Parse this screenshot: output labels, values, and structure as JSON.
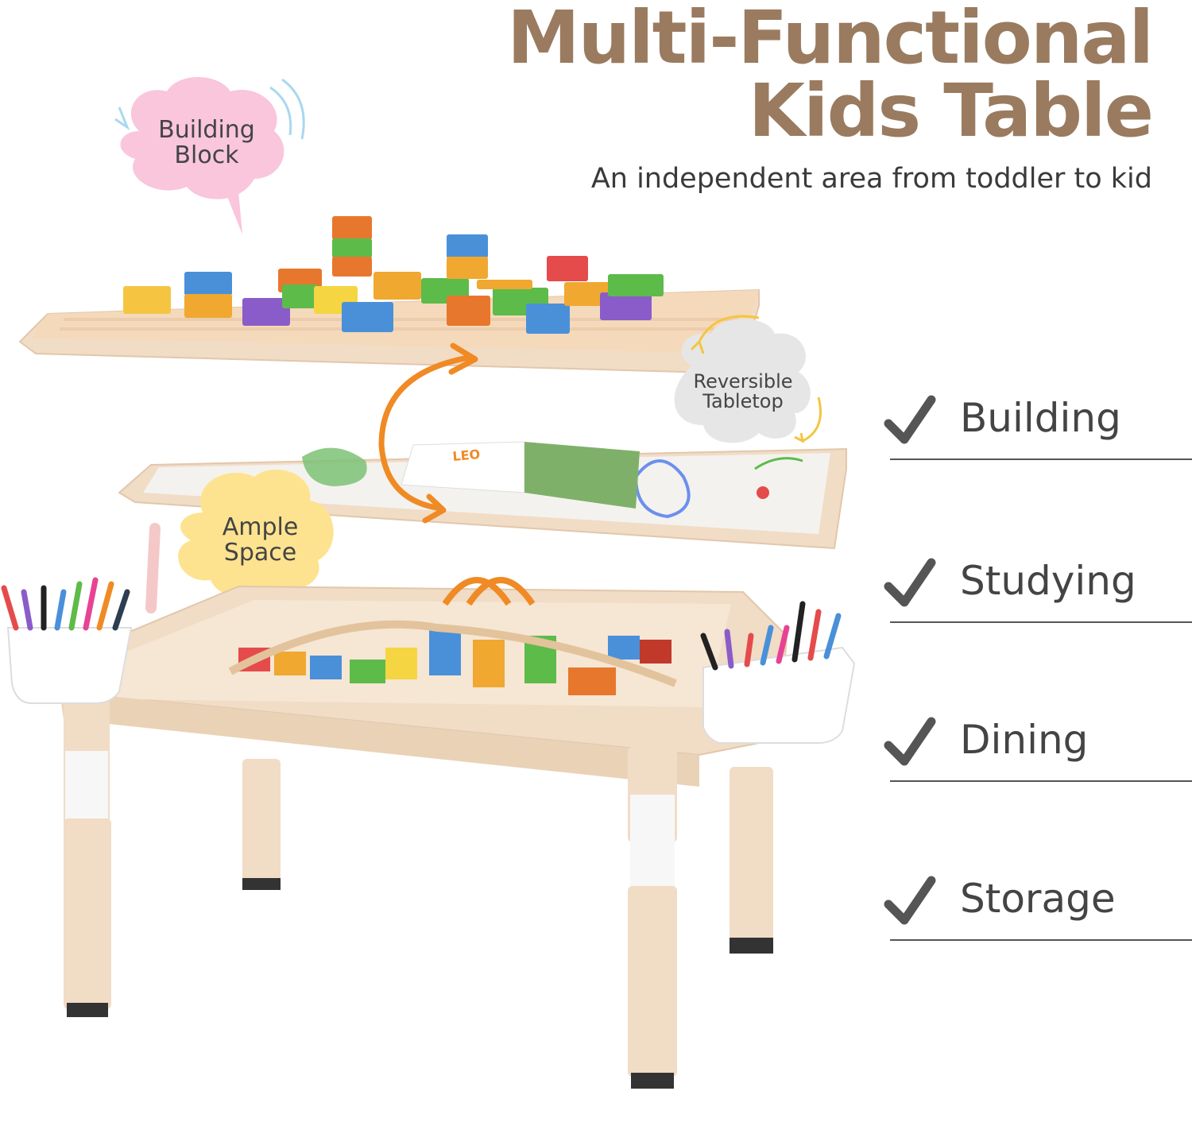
{
  "header": {
    "title_line1": "Multi-Functional",
    "title_line2": "Kids Table",
    "subtitle": "An independent area from toddler to kid"
  },
  "callouts": {
    "building_block": [
      "Building",
      "Block"
    ],
    "reversible_tabletop": [
      "Reversible",
      "Tabletop"
    ],
    "ample_space": [
      "Ample",
      "Space"
    ]
  },
  "features": [
    {
      "label": "Building",
      "icon": "check-icon"
    },
    {
      "label": "Studying",
      "icon": "check-icon"
    },
    {
      "label": "Dining",
      "icon": "check-icon"
    },
    {
      "label": "Storage",
      "icon": "check-icon"
    }
  ],
  "colors": {
    "title": "#9a7b5f",
    "table": "#f1dcc6",
    "pink_bubble": "#f9c6dc",
    "gray_bubble": "#e6e6e6",
    "yellow_bubble": "#fde38f",
    "arrow": "#f08a24"
  }
}
